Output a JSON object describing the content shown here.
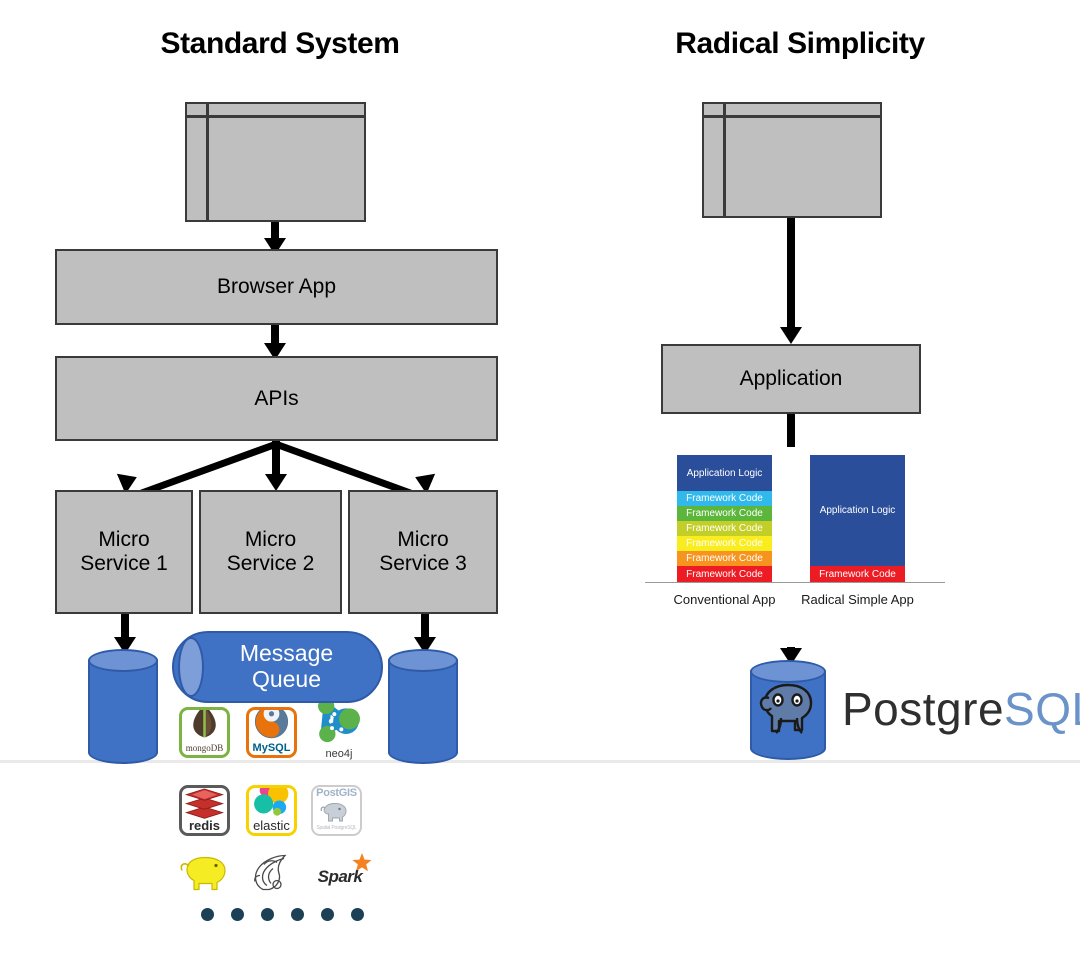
{
  "panels": {
    "left": {
      "title": "Standard System"
    },
    "right": {
      "title": "Radical Simplicity"
    }
  },
  "left_panel": {
    "browser_label": "browser-window",
    "boxes": [
      {
        "label": "Browser App"
      },
      {
        "label": "APIs"
      }
    ],
    "microservices": [
      {
        "label": "Micro\nService 1"
      },
      {
        "label": "Micro\nService 2"
      },
      {
        "label": "Micro\nService 3"
      }
    ],
    "message_queue": {
      "label": "Message\nQueue"
    },
    "databases": [
      {
        "label": "database-left"
      },
      {
        "label": "database-right"
      }
    ],
    "tech_logos": [
      {
        "name": "mongodb",
        "caption": "mongoDB",
        "border": "#7cb342"
      },
      {
        "name": "mysql",
        "caption": "MySQL",
        "border": "#e8730c"
      },
      {
        "name": "neo4j",
        "caption": "neo4j",
        "border": "none"
      },
      {
        "name": "redis",
        "caption": "redis",
        "border": "#5a5a5a"
      },
      {
        "name": "elastic",
        "caption": "elastic",
        "border": "#f7d200"
      },
      {
        "name": "postgis",
        "caption": "PostGIS",
        "border": "#cccccc"
      },
      {
        "name": "hadoop",
        "caption": "",
        "border": "none"
      },
      {
        "name": "flink",
        "caption": "",
        "border": "none"
      },
      {
        "name": "spark",
        "caption": "Spark",
        "border": "none"
      }
    ],
    "more_dots_count": 6
  },
  "right_panel": {
    "browser_label": "browser-window",
    "application_box": {
      "label": "Application"
    },
    "database": {
      "label": "postgres-database"
    },
    "postgres_wordmark": {
      "part_a": "Postgre",
      "part_b": "SQL"
    }
  },
  "chart_data": {
    "type": "bar",
    "title": "",
    "categories": [
      "Conventional App",
      "Radical Simple App"
    ],
    "series": [
      {
        "name": "Conventional App",
        "layers": [
          {
            "label": "Application Logic",
            "value": 28,
            "color": "#2b4e9b"
          },
          {
            "label": "Framework Code",
            "value": 12,
            "color": "#31b9ec"
          },
          {
            "label": "Framework Code",
            "value": 12,
            "color": "#5cb63b"
          },
          {
            "label": "Framework Code",
            "value": 12,
            "color": "#c3cf28"
          },
          {
            "label": "Framework Code",
            "value": 12,
            "color": "#f9ec1f"
          },
          {
            "label": "Framework Code",
            "value": 12,
            "color": "#f79420"
          },
          {
            "label": "Framework Code",
            "value": 12,
            "color": "#ed1c24"
          }
        ]
      },
      {
        "name": "Radical Simple App",
        "layers": [
          {
            "label": "Application Logic",
            "value": 88,
            "color": "#2b4e9b"
          },
          {
            "label": "Framework Code",
            "value": 12,
            "color": "#ed1c24"
          }
        ]
      }
    ],
    "xlabel": "",
    "ylabel": "",
    "ylim": [
      0,
      100
    ],
    "grid": false,
    "legend": "none"
  }
}
